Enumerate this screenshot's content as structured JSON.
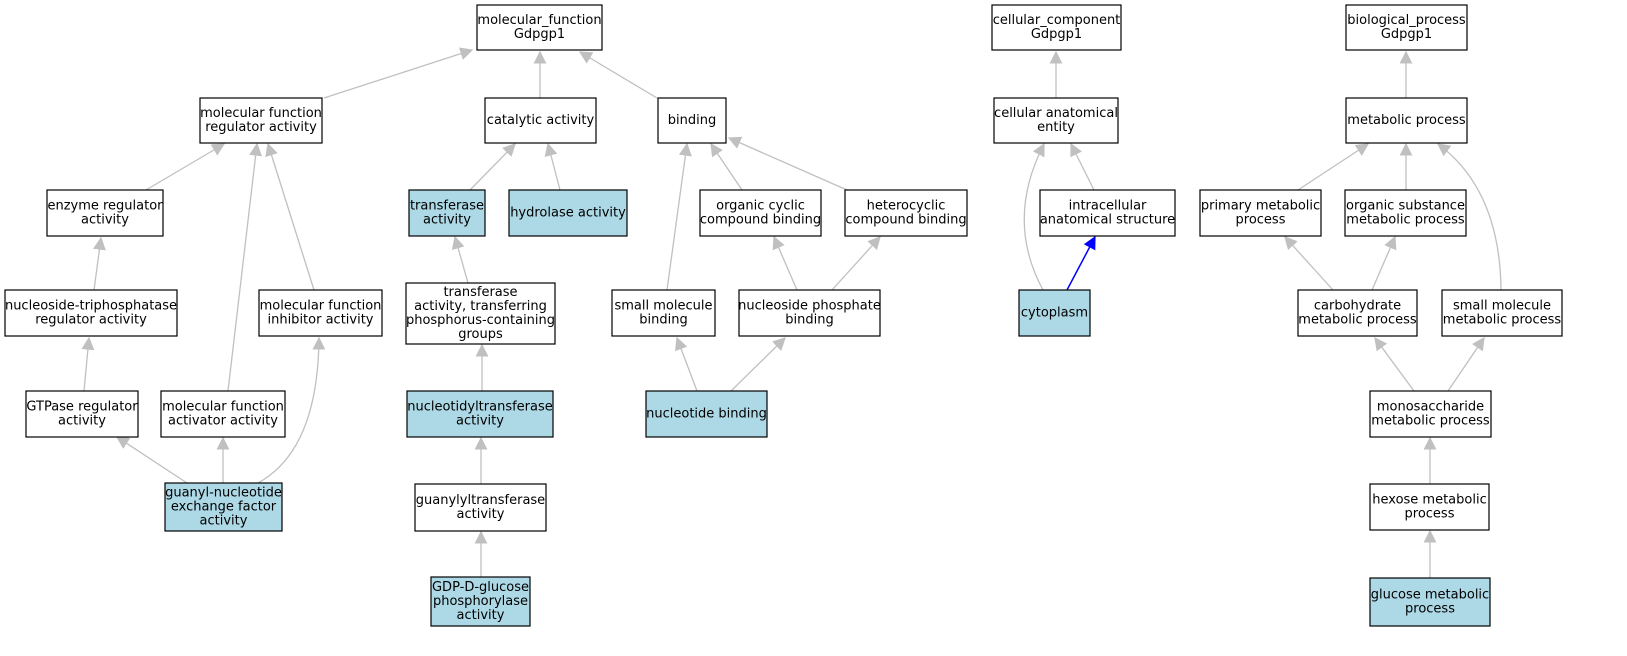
{
  "colors": {
    "highlight_fill": "#add8e6",
    "plain_fill": "#ffffff",
    "edge_gray": "#c0c0c0",
    "edge_blue": "#0000ff"
  },
  "nodes": {
    "mf": {
      "label": [
        "molecular_function",
        "Gdpgp1"
      ],
      "hl": false
    },
    "mfra": {
      "label": [
        "molecular function",
        "regulator activity"
      ],
      "hl": false
    },
    "cat": {
      "label": [
        "catalytic activity"
      ],
      "hl": false
    },
    "bind": {
      "label": [
        "binding"
      ],
      "hl": false
    },
    "era": {
      "label": [
        "enzyme regulator",
        "activity"
      ],
      "hl": false
    },
    "trans": {
      "label": [
        "transferase",
        "activity"
      ],
      "hl": true
    },
    "hydro": {
      "label": [
        "hydrolase activity"
      ],
      "hl": true
    },
    "occb": {
      "label": [
        "organic cyclic",
        "compound binding"
      ],
      "hl": false
    },
    "hccb": {
      "label": [
        "heterocyclic",
        "compound binding"
      ],
      "hl": false
    },
    "ntpra": {
      "label": [
        "nucleoside-triphosphatase",
        "regulator activity"
      ],
      "hl": false
    },
    "mfia": {
      "label": [
        "molecular function",
        "inhibitor activity"
      ],
      "hl": false
    },
    "tatp": {
      "label": [
        "transferase",
        "activity, transferring",
        "phosphorus-containing",
        "groups"
      ],
      "hl": false
    },
    "smb": {
      "label": [
        "small molecule",
        "binding"
      ],
      "hl": false
    },
    "npb": {
      "label": [
        "nucleoside phosphate",
        "binding"
      ],
      "hl": false
    },
    "gtpase": {
      "label": [
        "GTPase regulator",
        "activity"
      ],
      "hl": false
    },
    "mfaa": {
      "label": [
        "molecular function",
        "activator activity"
      ],
      "hl": false
    },
    "ntta": {
      "label": [
        "nucleotidyltransferase",
        "activity"
      ],
      "hl": true
    },
    "nb": {
      "label": [
        "nucleotide binding"
      ],
      "hl": true
    },
    "gnef": {
      "label": [
        "guanyl-nucleotide",
        "exchange factor",
        "activity"
      ],
      "hl": true
    },
    "gta": {
      "label": [
        "guanylyltransferase",
        "activity"
      ],
      "hl": false
    },
    "gdp": {
      "label": [
        "GDP-D-glucose",
        "phosphorylase",
        "activity"
      ],
      "hl": true
    },
    "cc": {
      "label": [
        "cellular_component",
        "Gdpgp1"
      ],
      "hl": false
    },
    "cae": {
      "label": [
        "cellular anatomical",
        "entity"
      ],
      "hl": false
    },
    "ias": {
      "label": [
        "intracellular",
        "anatomical structure"
      ],
      "hl": false
    },
    "cyto": {
      "label": [
        "cytoplasm"
      ],
      "hl": true
    },
    "bp": {
      "label": [
        "biological_process",
        "Gdpgp1"
      ],
      "hl": false
    },
    "mp": {
      "label": [
        "metabolic process"
      ],
      "hl": false
    },
    "pmp": {
      "label": [
        "primary metabolic",
        "process"
      ],
      "hl": false
    },
    "osmp": {
      "label": [
        "organic substance",
        "metabolic process"
      ],
      "hl": false
    },
    "cmp": {
      "label": [
        "carbohydrate",
        "metabolic process"
      ],
      "hl": false
    },
    "smmp": {
      "label": [
        "small molecule",
        "metabolic process"
      ],
      "hl": false
    },
    "msmp": {
      "label": [
        "monosaccharide",
        "metabolic process"
      ],
      "hl": false
    },
    "hmp": {
      "label": [
        "hexose metabolic",
        "process"
      ],
      "hl": false
    },
    "gmp": {
      "label": [
        "glucose metabolic",
        "process"
      ],
      "hl": true
    }
  },
  "edges": [
    {
      "from": "mfra",
      "to": "mf",
      "color": "gray"
    },
    {
      "from": "cat",
      "to": "mf",
      "color": "gray"
    },
    {
      "from": "bind",
      "to": "mf",
      "color": "gray"
    },
    {
      "from": "era",
      "to": "mfra",
      "color": "gray"
    },
    {
      "from": "mfaa",
      "to": "mfra",
      "color": "gray"
    },
    {
      "from": "mfia",
      "to": "mfra",
      "color": "gray"
    },
    {
      "from": "ntpra",
      "to": "era",
      "color": "gray"
    },
    {
      "from": "gtpase",
      "to": "ntpra",
      "color": "gray"
    },
    {
      "from": "gnef",
      "to": "gtpase",
      "color": "gray"
    },
    {
      "from": "gnef",
      "to": "mfaa",
      "color": "gray"
    },
    {
      "from": "gnef",
      "to": "mfia",
      "color": "gray"
    },
    {
      "from": "trans",
      "to": "cat",
      "color": "gray"
    },
    {
      "from": "hydro",
      "to": "cat",
      "color": "gray"
    },
    {
      "from": "tatp",
      "to": "trans",
      "color": "gray"
    },
    {
      "from": "ntta",
      "to": "tatp",
      "color": "gray"
    },
    {
      "from": "gta",
      "to": "ntta",
      "color": "gray"
    },
    {
      "from": "gdp",
      "to": "gta",
      "color": "gray"
    },
    {
      "from": "smb",
      "to": "bind",
      "color": "gray"
    },
    {
      "from": "occb",
      "to": "bind",
      "color": "gray"
    },
    {
      "from": "hccb",
      "to": "bind",
      "color": "gray"
    },
    {
      "from": "npb",
      "to": "occb",
      "color": "gray"
    },
    {
      "from": "npb",
      "to": "hccb",
      "color": "gray"
    },
    {
      "from": "nb",
      "to": "smb",
      "color": "gray"
    },
    {
      "from": "nb",
      "to": "npb",
      "color": "gray"
    },
    {
      "from": "cae",
      "to": "cc",
      "color": "gray"
    },
    {
      "from": "ias",
      "to": "cae",
      "color": "gray"
    },
    {
      "from": "cyto",
      "to": "cae",
      "color": "gray"
    },
    {
      "from": "cyto",
      "to": "ias",
      "color": "blue"
    },
    {
      "from": "mp",
      "to": "bp",
      "color": "gray"
    },
    {
      "from": "pmp",
      "to": "mp",
      "color": "gray"
    },
    {
      "from": "osmp",
      "to": "mp",
      "color": "gray"
    },
    {
      "from": "smmp",
      "to": "mp",
      "color": "gray"
    },
    {
      "from": "cmp",
      "to": "pmp",
      "color": "gray"
    },
    {
      "from": "cmp",
      "to": "osmp",
      "color": "gray"
    },
    {
      "from": "msmp",
      "to": "cmp",
      "color": "gray"
    },
    {
      "from": "msmp",
      "to": "smmp",
      "color": "gray"
    },
    {
      "from": "hmp",
      "to": "msmp",
      "color": "gray"
    },
    {
      "from": "gmp",
      "to": "hmp",
      "color": "gray"
    }
  ]
}
